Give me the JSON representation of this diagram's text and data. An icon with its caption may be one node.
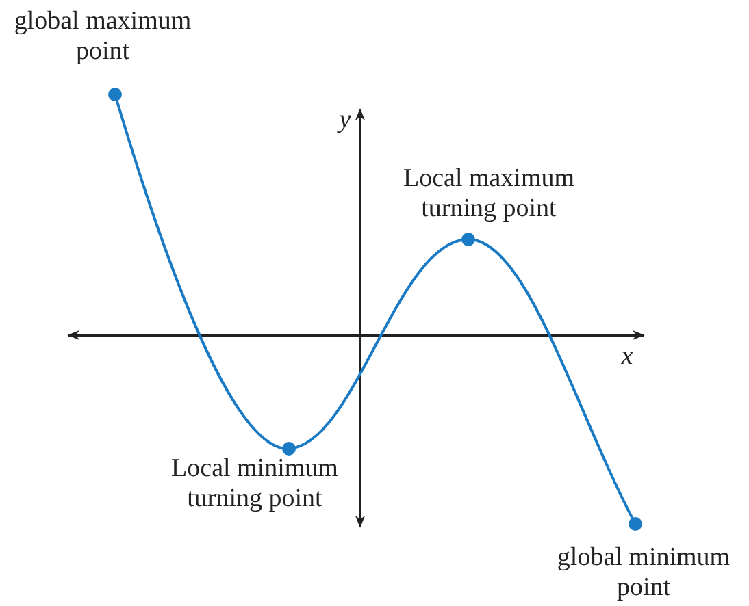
{
  "diagram": {
    "labels": [
      "global maximum point",
      "y",
      "Local maximum turning point",
      "x",
      "Local minimum turning point",
      "global minimum point"
    ]
  }
}
